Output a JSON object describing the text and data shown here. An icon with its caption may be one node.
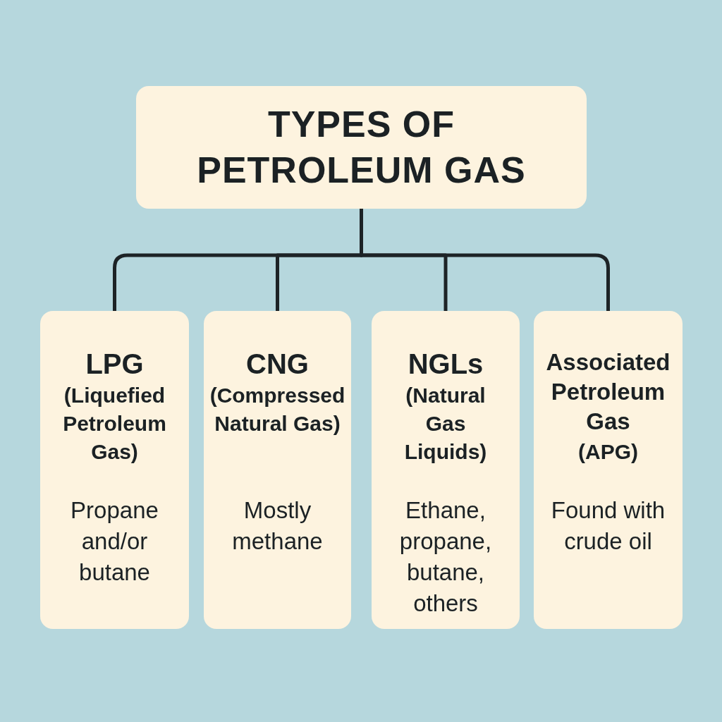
{
  "diagram": {
    "nodes": [
      {
        "text": [
          "TYPES OF PETROLEUM GAS"
        ]
      },
      {
        "text": [
          "LPG",
          "(Liquefied Petroleum Gas)",
          "Propane and/or butane"
        ]
      },
      {
        "text": [
          "CNG",
          "(Compressed Natural Gas)",
          "Mostly methane"
        ]
      },
      {
        "text": [
          "NGLs",
          "(Natural Gas Liquids)",
          "Ethane, propane, butane, others"
        ]
      },
      {
        "text": [
          "Associated Petroleum Gas",
          "(APG)",
          "Found with crude oil"
        ]
      }
    ],
    "edges": [
      {
        "from": 0,
        "to": 1,
        "arrow": "none"
      },
      {
        "from": 0,
        "to": 2,
        "arrow": "none"
      },
      {
        "from": 0,
        "to": 3,
        "arrow": "none"
      },
      {
        "from": 0,
        "to": 4,
        "arrow": "none"
      }
    ]
  }
}
